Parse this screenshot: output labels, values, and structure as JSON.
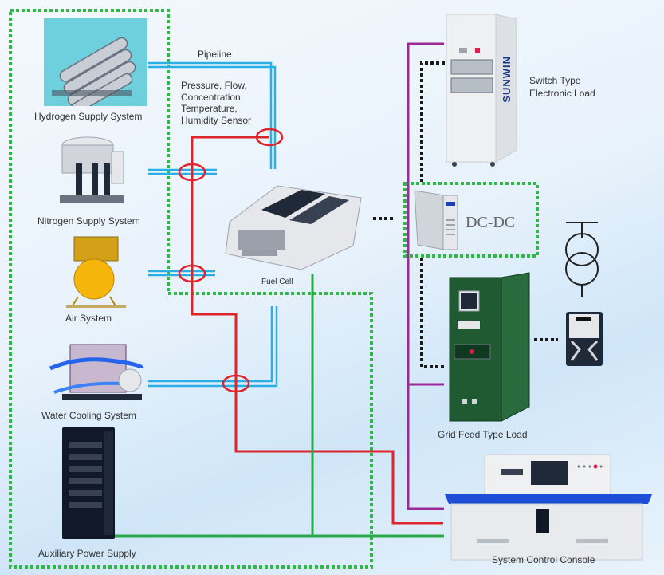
{
  "diagram": {
    "title_labels": {
      "pipeline": "Pipeline",
      "sensor_lines": [
        "Pressure, Flow,",
        "Concentration,",
        "Temperature,",
        "Humidity Sensor"
      ]
    },
    "components": {
      "hydrogen": "Hydrogen Supply System",
      "nitrogen": "Nitrogen Supply System",
      "air": "Air System",
      "water_cooling": "Water Cooling System",
      "aux_power": "Auxiliary Power Supply",
      "fuel_cell": "Fuel Cell",
      "switch_load_line1": "Switch Type",
      "switch_load_line2": "Electronic Load",
      "dcdc": "DC-DC",
      "grid_load": "Grid Feed Type Load",
      "console": "System Control Console"
    },
    "brand_text": "SUNWIN",
    "colors": {
      "pipeline": "#29aee6",
      "sensor_line": "#e0242b",
      "power_line": "#2aa84a",
      "load_line": "#9b2a98",
      "group_border": "#2fb845",
      "comm_dotted": "#1a1a1a"
    }
  }
}
